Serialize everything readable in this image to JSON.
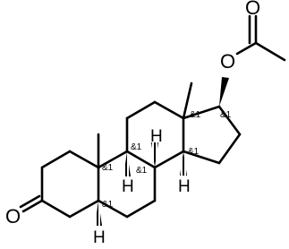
{
  "molecule": {
    "atoms": {
      "keto_oxygen": "O",
      "ester_oxygen": "O",
      "carbonyl_oxygen": "O",
      "h_c9": "H",
      "h_c8": "H",
      "h_c14": "H",
      "h_c5": "H"
    },
    "stereo_label": "&1"
  }
}
